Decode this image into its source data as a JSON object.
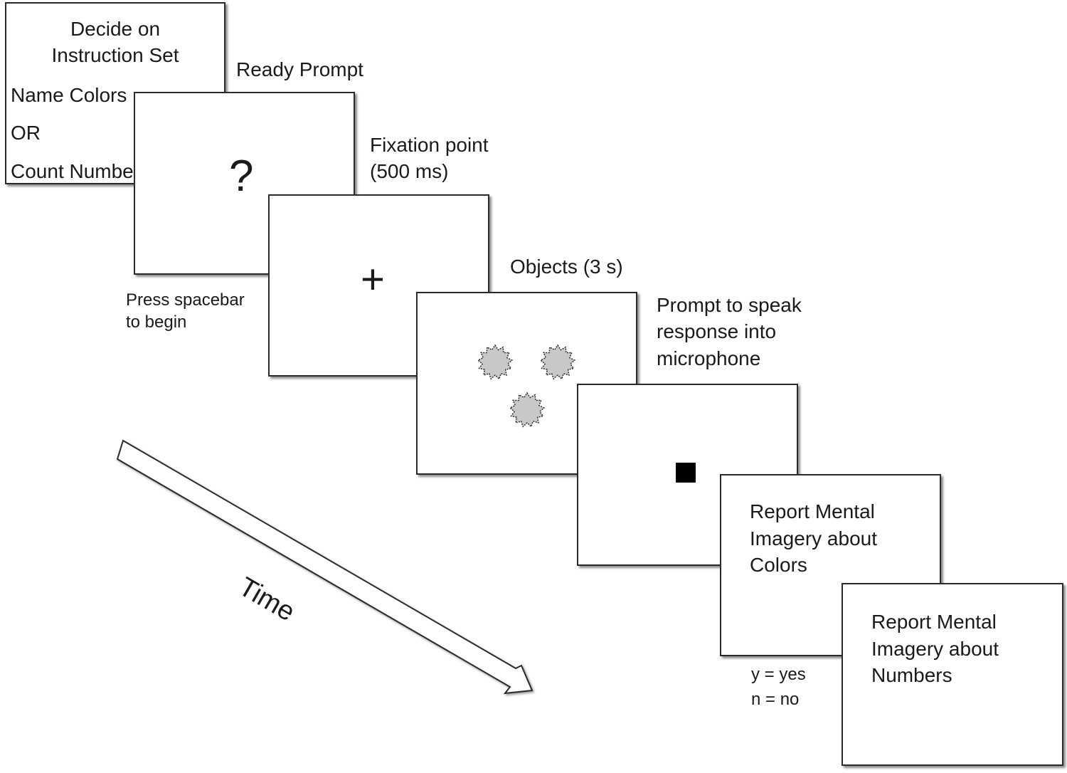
{
  "screens": {
    "instruction": {
      "title_line1": "Decide on",
      "title_line2": "Instruction Set",
      "option1": "Name Colors",
      "or": "OR",
      "option2": "Count Numbers"
    },
    "ready": {
      "label": "Ready Prompt",
      "symbol": "?",
      "note_line1": "Press spacebar",
      "note_line2": "to begin"
    },
    "fixation": {
      "label_line1": "Fixation point",
      "label_line2": "(500 ms)",
      "symbol": "+"
    },
    "objects": {
      "label": "Objects (3 s)",
      "object_color": "#c8c8c8",
      "object_icon": "starburst-icon"
    },
    "speak": {
      "label_line1": "Prompt to speak",
      "label_line2": "response into",
      "label_line3": "microphone",
      "icon": "black-square-icon"
    },
    "report_colors": {
      "line1": "Report Mental",
      "line2": "Imagery about",
      "line3": "Colors",
      "key_yes": "y = yes",
      "key_no": "n = no"
    },
    "report_numbers": {
      "line1": "Report Mental",
      "line2": "Imagery about",
      "line3": "Numbers"
    }
  },
  "time_arrow": {
    "label": "Time"
  }
}
